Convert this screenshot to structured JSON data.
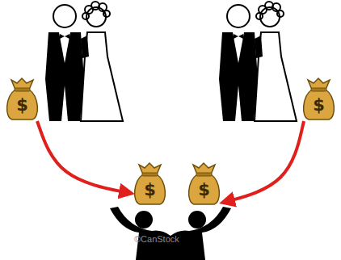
{
  "diagram": {
    "nodes": [
      {
        "text": [
          "$"
        ]
      },
      {
        "text": [
          "$"
        ]
      },
      {
        "text": [
          "$"
        ]
      },
      {
        "text": [
          "$"
        ]
      }
    ],
    "edges": [
      {
        "from": 0,
        "to": 2,
        "arrow": "to"
      },
      {
        "from": 1,
        "to": 3,
        "arrow": "to"
      }
    ],
    "labels": [
      "©CanStock"
    ]
  }
}
